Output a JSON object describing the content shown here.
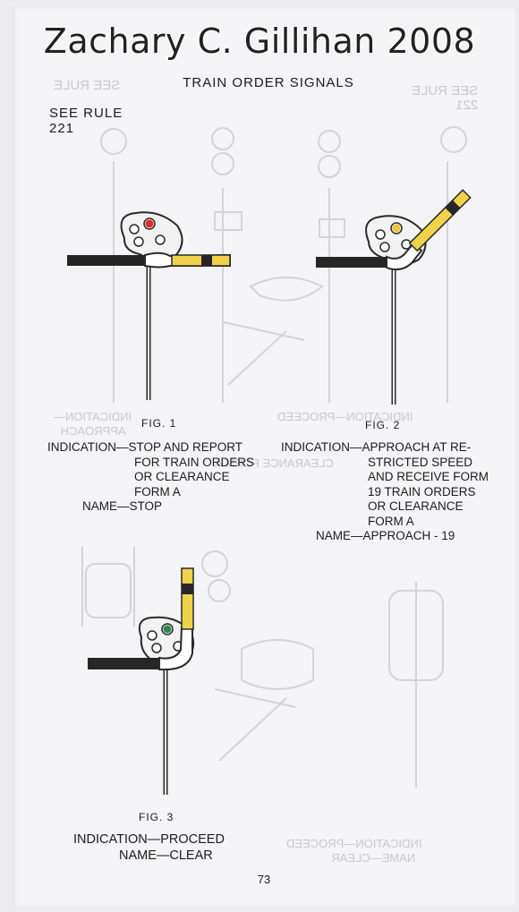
{
  "watermark": "Zachary C. Gillihan 2008",
  "title": "TRAIN ORDER SIGNALS",
  "rule": {
    "line1": "SEE RULE",
    "line2": "221"
  },
  "figures": [
    {
      "label": "FIG. 1",
      "indication_lines": [
        "INDICATION—STOP AND REPORT",
        "FOR TRAIN ORDERS",
        "OR CLEARANCE",
        "FORM A"
      ],
      "name_line": "NAME—STOP",
      "light_color": "#e02a24"
    },
    {
      "label": "FIG. 2",
      "indication_lines": [
        "INDICATION—APPROACH AT RE-",
        "STRICTED SPEED",
        "AND RECEIVE FORM",
        "19 TRAIN ORDERS",
        "OR CLEARANCE",
        "FORM A"
      ],
      "name_line": "NAME—APPROACH - 19",
      "light_color": "#f1c232"
    },
    {
      "label": "FIG. 3",
      "indication_lines": [
        "INDICATION—PROCEED"
      ],
      "name_line": "NAME—CLEAR",
      "light_color": "#2e8b4f"
    }
  ],
  "page_number": "73",
  "colors": {
    "blade_yellow": "#f0d24a",
    "blade_black": "#222222",
    "paper": "#f4f3f5"
  }
}
